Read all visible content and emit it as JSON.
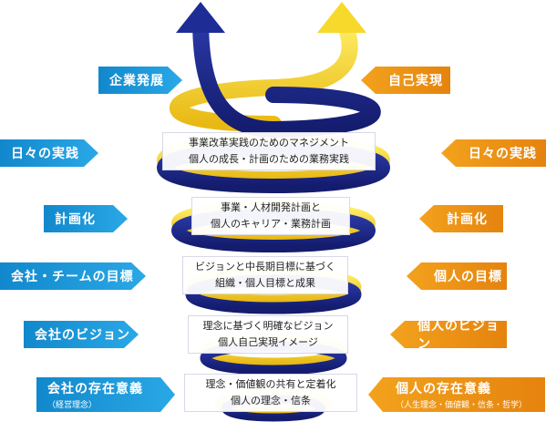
{
  "colors": {
    "blue_spiral": "#1c2a8c",
    "yellow_spiral": "#f2d52a",
    "left_label": "#1a9ad8",
    "right_label": "#ee9716"
  },
  "left_labels": [
    {
      "text": "企業発展"
    },
    {
      "text": "日々の実践"
    },
    {
      "text": "計画化"
    },
    {
      "text": "会社・チームの目標"
    },
    {
      "text": "会社のビジョン"
    },
    {
      "text": "会社の存在意義",
      "sub": "（経営理念）"
    }
  ],
  "right_labels": [
    {
      "text": "自己実現"
    },
    {
      "text": "日々の実践"
    },
    {
      "text": "計画化"
    },
    {
      "text": "個人の目標"
    },
    {
      "text": "個人のビジョン"
    },
    {
      "text": "個人の存在意義",
      "sub": "（人生理念・価値観・信条・哲学）"
    }
  ],
  "center_boxes": [
    {
      "line1": "事業改革実践のためのマネジメント",
      "line2": "個人の成長・計画のための業務実践"
    },
    {
      "line1": "事業・人材開発計画と",
      "line2": "個人のキャリア・業務計画"
    },
    {
      "line1": "ビジョンと中長期目標に基づく",
      "line2": "組織・個人目標と成果"
    },
    {
      "line1": "理念に基づく明確なビジョン",
      "line2": "個人自己実現イメージ"
    },
    {
      "line1": "理念・価値観の共有と定着化",
      "line2": "個人の理念・信条"
    }
  ]
}
